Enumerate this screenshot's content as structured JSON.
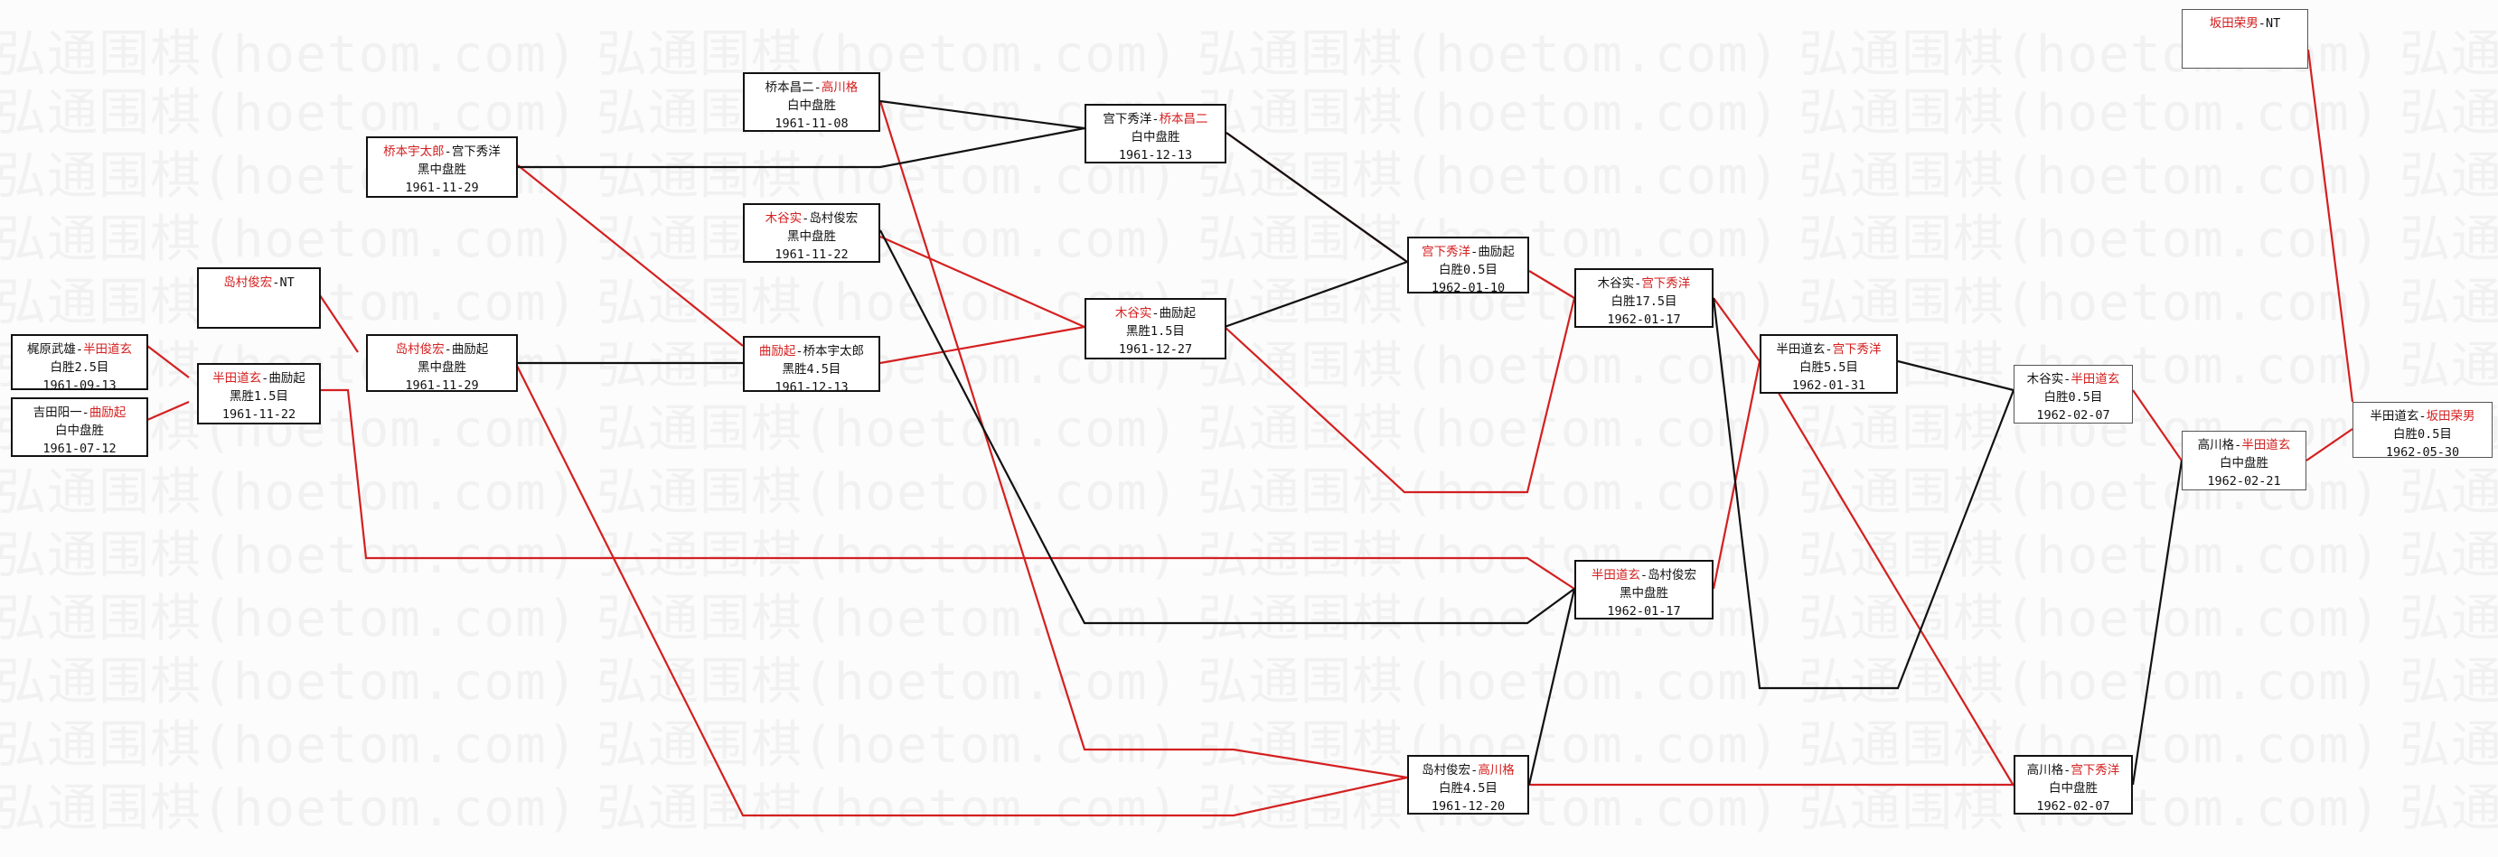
{
  "watermark": "弘通围棋(hoetom.com)",
  "colors": {
    "winner": "#d42020",
    "line_red": "#d42020",
    "line_black": "#111111",
    "border": "#111111"
  },
  "games": {
    "g1": {
      "p1": "梶原武雄",
      "sep": "-",
      "p2": "半田道玄",
      "winner": 2,
      "result": "白胜2.5目",
      "date": "1961-09-13"
    },
    "g2": {
      "p1": "吉田阳一",
      "sep": "-",
      "p2": "曲励起",
      "winner": 2,
      "result": "白中盘胜",
      "date": "1961-07-12"
    },
    "g3": {
      "p1": "岛村俊宏",
      "sep": "-",
      "p2": "NT",
      "winner": 1,
      "result": "",
      "date": ""
    },
    "g4": {
      "p1": "半田道玄",
      "sep": "-",
      "p2": "曲励起",
      "winner": 1,
      "result": "黑胜1.5目",
      "date": "1961-11-22"
    },
    "g5": {
      "p1": "桥本宇太郎",
      "sep": "-",
      "p2": "宫下秀洋",
      "winner": 1,
      "result": "黑中盘胜",
      "date": "1961-11-29"
    },
    "g6": {
      "p1": "岛村俊宏",
      "sep": "-",
      "p2": "曲励起",
      "winner": 1,
      "result": "黑中盘胜",
      "date": "1961-11-29"
    },
    "g7": {
      "p1": "桥本昌二",
      "sep": "-",
      "p2": "高川格",
      "winner": 2,
      "result": "白中盘胜",
      "date": "1961-11-08"
    },
    "g8": {
      "p1": "木谷实",
      "sep": "-",
      "p2": "岛村俊宏",
      "winner": 1,
      "result": "黑中盘胜",
      "date": "1961-11-22"
    },
    "g9": {
      "p1": "曲励起",
      "sep": "-",
      "p2": "桥本宇太郎",
      "winner": 1,
      "result": "黑胜4.5目",
      "date": "1961-12-13"
    },
    "g10": {
      "p1": "宫下秀洋",
      "sep": "-",
      "p2": "桥本昌二",
      "winner": 2,
      "result": "白中盘胜",
      "date": "1961-12-13"
    },
    "g11": {
      "p1": "木谷实",
      "sep": "-",
      "p2": "曲励起",
      "winner": 1,
      "result": "黑胜1.5目",
      "date": "1961-12-27"
    },
    "g12": {
      "p1": "宫下秀洋",
      "sep": "-",
      "p2": "曲励起",
      "winner": 1,
      "result": "白胜0.5目",
      "date": "1962-01-10"
    },
    "g13": {
      "p1": "木谷实",
      "sep": "-",
      "p2": "宫下秀洋",
      "winner": 2,
      "result": "白胜17.5目",
      "date": "1962-01-17"
    },
    "g14": {
      "p1": "半田道玄",
      "sep": "-",
      "p2": "岛村俊宏",
      "winner": 1,
      "result": "黑中盘胜",
      "date": "1962-01-17"
    },
    "g15": {
      "p1": "岛村俊宏",
      "sep": "-",
      "p2": "高川格",
      "winner": 2,
      "result": "白胜4.5目",
      "date": "1961-12-20"
    },
    "g16": {
      "p1": "半田道玄",
      "sep": "-",
      "p2": "宫下秀洋",
      "winner": 2,
      "result": "白胜5.5目",
      "date": "1962-01-31"
    },
    "g17": {
      "p1": "木谷实",
      "sep": "-",
      "p2": "半田道玄",
      "winner": 2,
      "result": "白胜0.5目",
      "date": "1962-02-07"
    },
    "g18": {
      "p1": "高川格",
      "sep": "-",
      "p2": "宫下秀洋",
      "winner": 2,
      "result": "白中盘胜",
      "date": "1962-02-07"
    },
    "g19": {
      "p1": "高川格",
      "sep": "-",
      "p2": "半田道玄",
      "winner": 2,
      "result": "白中盘胜",
      "date": "1962-02-21"
    },
    "g20": {
      "p1": "坂田荣男",
      "sep": "-",
      "p2": "NT",
      "winner": 1,
      "result": "",
      "date": ""
    },
    "g21": {
      "p1": "半田道玄",
      "sep": "-",
      "p2": "坂田荣男",
      "winner": 2,
      "result": "白胜0.5目",
      "date": "1962-05-30"
    }
  }
}
